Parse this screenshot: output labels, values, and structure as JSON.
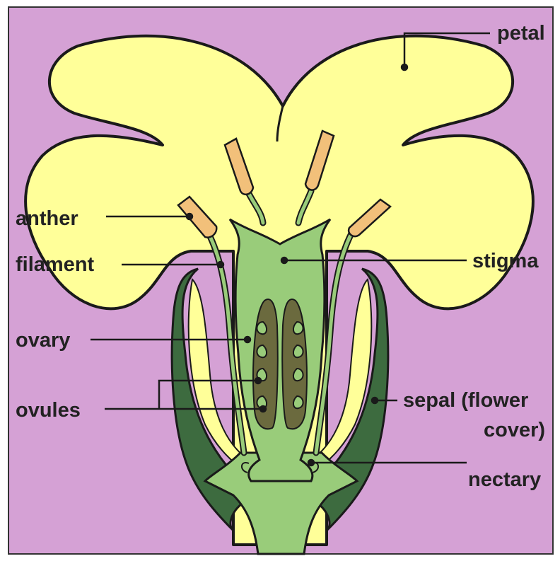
{
  "colors": {
    "background": "#d5a1d5",
    "petal": "#ffff99",
    "green": "#99cc7a",
    "dark_green": "#3d6b3f",
    "ovary_dark": "#6b6a3e",
    "anther": "#f2c07a",
    "outline": "#1a1a1a"
  },
  "labels": {
    "petal": "petal",
    "anther": "anther",
    "filament": "filament",
    "stigma": "stigma",
    "ovary": "ovary",
    "ovules": "ovules",
    "sepal_line1": "sepal (flower",
    "sepal_line2": "cover)",
    "nectary": "nectary"
  }
}
